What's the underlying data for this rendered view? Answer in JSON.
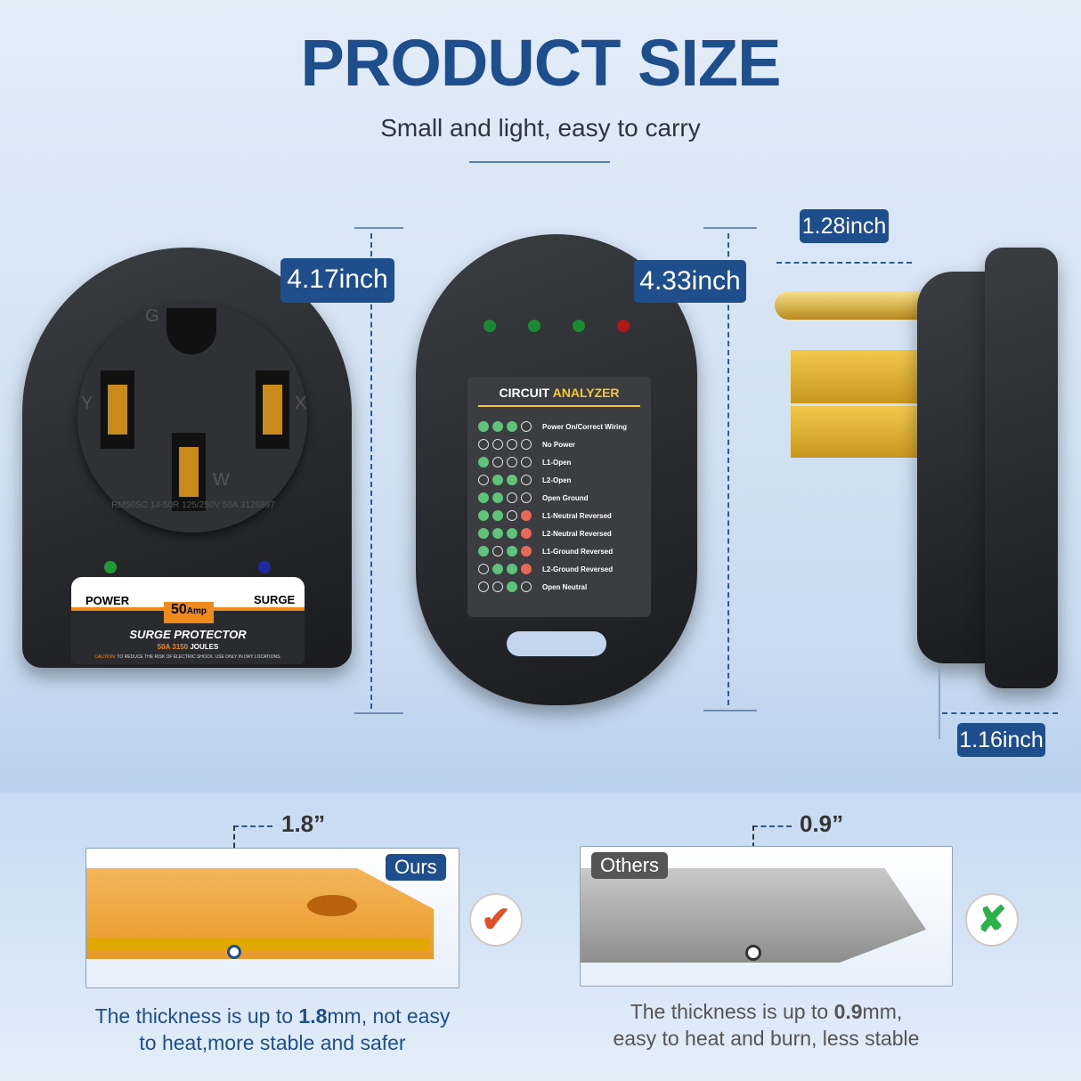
{
  "header": {
    "title": "PRODUCT SIZE",
    "subtitle": "Small and light, easy to carry"
  },
  "dimensions": {
    "surge_height": "4.17inch",
    "analyzer_height": "4.33inch",
    "plug_length": "1.28inch",
    "plug_depth": "1.16inch"
  },
  "surge_protector": {
    "letters": [
      "G",
      "Y",
      "X",
      "W"
    ],
    "rim_text": "RM50SC 14-50R 125/250V 50A 3126897",
    "power": "POWER",
    "surge": "SURGE",
    "amp_value": "50",
    "amp_unit": "Amp",
    "name": "SURGE PROTECTOR",
    "rating": "50A 3150",
    "joules": "JOULES",
    "caution_label": "CAUTION:",
    "caution_text": "TO REDUCE THE RISK OF ELECTRIC SHOCK. USE ONLY IN DRY LOCATIONS."
  },
  "analyzer": {
    "title_a": "CIRCUIT",
    "title_b": "ANALYZER",
    "rows": [
      {
        "label": "Power On/Correct Wiring",
        "dots": "gggo"
      },
      {
        "label": "No Power",
        "dots": "oooo"
      },
      {
        "label": "L1-Open",
        "dots": "gooo"
      },
      {
        "label": "L2-Open",
        "dots": "oggo"
      },
      {
        "label": "Open Ground",
        "dots": "ggoo"
      },
      {
        "label": "L1-Neutral Reversed",
        "dots": "ggor"
      },
      {
        "label": "L2-Neutral Reversed",
        "dots": "gggr"
      },
      {
        "label": "L1-Ground Reversed",
        "dots": "gogr"
      },
      {
        "label": "L2-Ground Reversed",
        "dots": "oggr"
      },
      {
        "label": "Open Neutral",
        "dots": "oogo"
      }
    ]
  },
  "comparison": {
    "ours": {
      "tag": "Ours",
      "thickness": "1.8”",
      "caption_a": "The thickness is up to ",
      "caption_bold": "1.8",
      "caption_b": "mm, not easy",
      "caption_line2": "to heat,more stable and safer",
      "verdict_icon": "check-icon"
    },
    "others": {
      "tag": "Others",
      "thickness": "0.9”",
      "caption_a": "The thickness is up to ",
      "caption_bold": "0.9",
      "caption_b": "mm,",
      "caption_line2": "easy to heat and burn, less stable",
      "verdict_icon": "cross-icon"
    }
  },
  "colors": {
    "brand": "#1f4e8c",
    "accent_orange": "#f08a1c",
    "green": "#5fc47a",
    "red": "#e8685a"
  }
}
